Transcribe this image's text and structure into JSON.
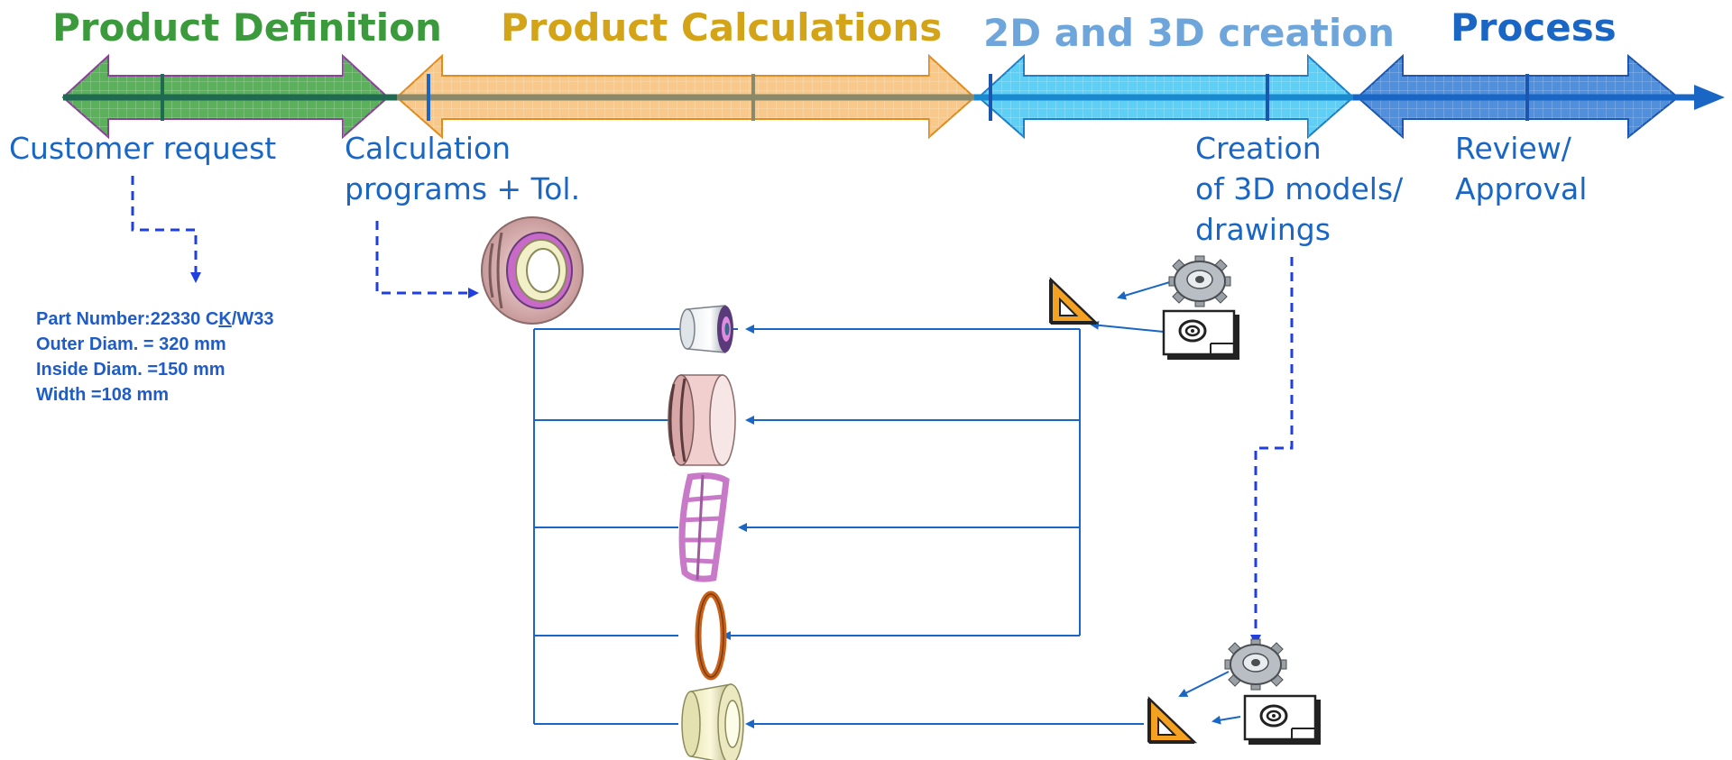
{
  "phases": [
    {
      "title": "Product Definition",
      "color": "#3a9a3c"
    },
    {
      "title": "Product Calculations",
      "color": "#d4a418"
    },
    {
      "title": "2D and 3D creation",
      "color": "#6ea6dc"
    },
    {
      "title": "Process",
      "color": "#1a66c4"
    }
  ],
  "steps": {
    "customer_request": "Customer request",
    "calc_line1": "Calculation",
    "calc_line2": "programs + Tol.",
    "creation_line1": "Creation",
    "creation_line2": "of 3D models/",
    "creation_line3": "drawings",
    "review_line1": "Review/",
    "review_line2": "Approval"
  },
  "part_spec": {
    "part_number_prefix": "Part Number:22330 C",
    "part_number_underlined": "K",
    "part_number_suffix": "/W33",
    "outer_diam": "Outer Diam. = 320 mm",
    "inside_diam": "Inside Diam. =150 mm",
    "width": "Width =108 mm"
  },
  "icons": [
    "bearing-assembly-icon",
    "roller-icon",
    "outer-ring-icon",
    "cage-icon",
    "guide-ring-icon",
    "inner-ring-icon",
    "gear-icon",
    "set-square-icon",
    "drawing-sheet-icon"
  ],
  "colors": {
    "flow_line": "#1a66c4",
    "dashed_flow": "#1f3fe0",
    "axis": "#1a66c4"
  }
}
